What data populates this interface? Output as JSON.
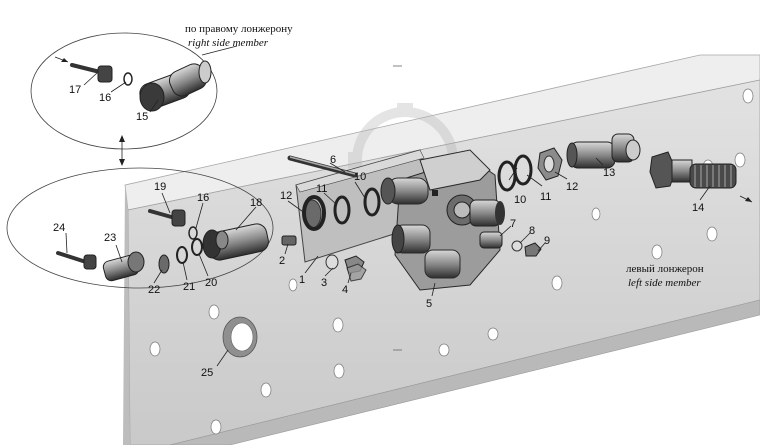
{
  "captions": {
    "right_ru": "по правому лонжерону",
    "right_en": "right side member",
    "left_ru": "левый лонжерон",
    "left_en": "left side member"
  },
  "callouts": {
    "c1": "1",
    "c2": "2",
    "c3": "3",
    "c4": "4",
    "c5": "5",
    "c6": "6",
    "c7": "7",
    "c8": "8",
    "c9": "9",
    "c10a": "10",
    "c10b": "10",
    "c11a": "11",
    "c11b": "11",
    "c12a": "12",
    "c12b": "12",
    "c13": "13",
    "c14": "14",
    "c15": "15",
    "c16a": "16",
    "c16b": "16",
    "c17": "17",
    "c18": "18",
    "c19": "19",
    "c20": "20",
    "c21": "21",
    "c22": "22",
    "c23": "23",
    "c24": "24",
    "c25": "25"
  },
  "colors": {
    "frame_face": "#d4d4d4",
    "frame_top": "#ececec",
    "frame_edge": "#9a9a9a",
    "part_dark": "#3a3a3a",
    "part_mid": "#7c7c7c",
    "part_light": "#bcbcbc"
  }
}
